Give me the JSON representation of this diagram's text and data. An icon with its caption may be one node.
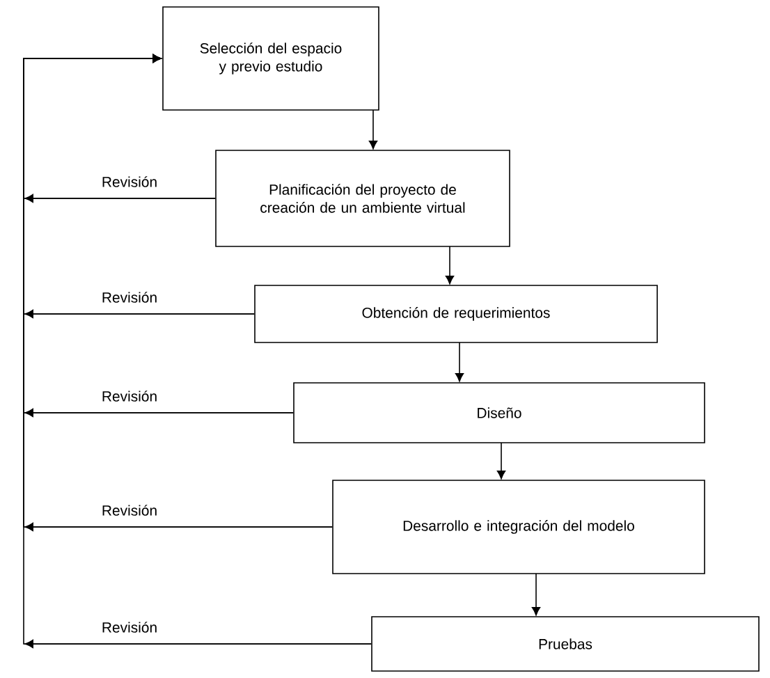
{
  "diagram": {
    "nodes": [
      {
        "text": [
          "Selección del espacio y previo estudio"
        ]
      },
      {
        "text": [
          "Planificación del proyecto de creación de un ambiente virtual"
        ]
      },
      {
        "text": [
          "Obtención de requerimientos"
        ]
      },
      {
        "text": [
          "Diseño"
        ]
      },
      {
        "text": [
          "Desarrollo e integración del modelo"
        ]
      },
      {
        "text": [
          "Pruebas"
        ]
      }
    ],
    "edges": [
      {
        "from": 0,
        "to": 1,
        "arrow": "to"
      },
      {
        "from": 1,
        "to": 2,
        "arrow": "to"
      },
      {
        "from": 2,
        "to": 3,
        "arrow": "to"
      },
      {
        "from": 3,
        "to": 4,
        "arrow": "to"
      },
      {
        "from": 4,
        "to": 5,
        "arrow": "to"
      },
      {
        "from": 1,
        "to": 0,
        "arrow": "to",
        "label": "Revisión"
      },
      {
        "from": 2,
        "to": 0,
        "arrow": "to",
        "label": "Revisión"
      },
      {
        "from": 3,
        "to": 0,
        "arrow": "to",
        "label": "Revisión"
      },
      {
        "from": 4,
        "to": 0,
        "arrow": "to",
        "label": "Revisión"
      },
      {
        "from": 5,
        "to": 0,
        "arrow": "to",
        "label": "Revisión"
      }
    ]
  }
}
